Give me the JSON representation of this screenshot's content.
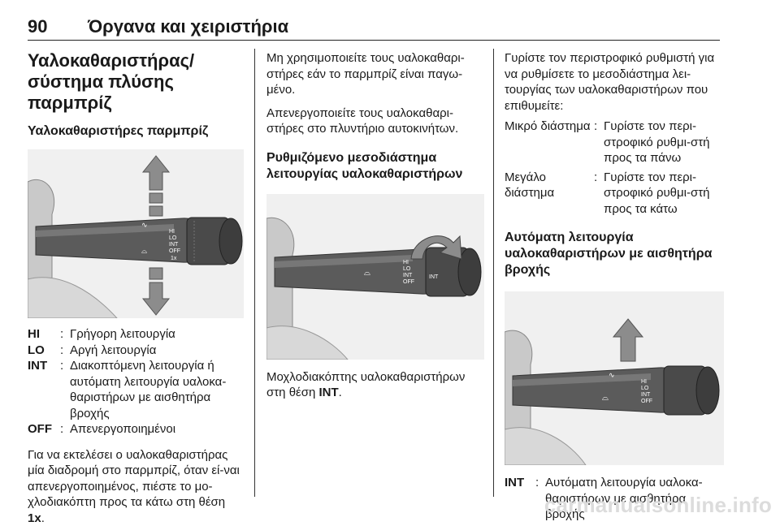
{
  "header": {
    "page_number": "90",
    "chapter_title": "Όργανα και χειριστήρια"
  },
  "col1": {
    "section_title_line1": "Υαλοκαθαριστήρας/",
    "section_title_line2": "σύστημα πλύσης παρμπρίζ",
    "subsection_title": "Υαλοκαθαριστήρες παρμπρίζ",
    "figure": {
      "labels": [
        "HI",
        "LO",
        "INT",
        "OFF",
        "1x"
      ]
    },
    "modes": [
      {
        "key": "HI",
        "value": "Γρήγορη λειτουργία"
      },
      {
        "key": "LO",
        "value": "Αργή λειτουργία"
      },
      {
        "key": "INT",
        "value": "Διακοπτόμενη λειτουργία ή αυτόματη λειτουργία υαλοκα-θαριστήρων με αισθητήρα βροχής"
      },
      {
        "key": "OFF",
        "value": "Απενεργοποιημένοι"
      }
    ],
    "para_text": "Για να εκτελέσει ο υαλοκαθαριστήρας μία διαδρομή στο παρμπρίζ, όταν εί-ναι απενεργοποιημένος, πιέστε το μο-χλοδιακόπτη προς τα κάτω στη θέση",
    "para_bold": "1x",
    "para_end": "."
  },
  "col2": {
    "para1": "Μη χρησιμοποιείτε τους υαλοκαθαρι-στήρες εάν το παρμπρίζ είναι παγω-μένο.",
    "para2": "Απενεργοποιείτε τους υαλοκαθαρι-στήρες στο πλυντήριο αυτοκινήτων.",
    "subsection_title_line1": "Ρυθμιζόμενο μεσοδιάστημα",
    "subsection_title_line2": "λειτουργίας υαλοκαθαριστήρων",
    "figure": {
      "labels": [
        "HI",
        "LO",
        "INT",
        "OFF",
        "INT"
      ]
    },
    "caption_text": "Μοχλοδιακόπτης υαλοκαθαριστήρων στη θέση",
    "caption_bold": "INT",
    "caption_end": "."
  },
  "col3": {
    "intro": "Γυρίστε τον περιστροφικό ρυθμιστή για να ρυθμίσετε το μεσοδιάστημα λει-τουργίας των υαλοκαθαριστήρων που επιθυμείτε:",
    "intervals": [
      {
        "key": "Μικρό διάστημα",
        "value": "Γυρίστε τον περι-στροφικό ρυθμι-στή προς τα πάνω"
      },
      {
        "key": "Μεγάλο διάστημα",
        "value": "Γυρίστε τον περι-στροφικό ρυθμι-στή προς τα κάτω"
      }
    ],
    "subsection_title_line1": "Αυτόματη λειτουργία",
    "subsection_title_line2": "υαλοκαθαριστήρων με αισθητήρα",
    "subsection_title_line3": "βροχής",
    "figure": {
      "labels": [
        "HI",
        "LO",
        "INT",
        "OFF"
      ]
    },
    "int_note": {
      "key": "INT",
      "value": "Αυτόματη λειτουργία υαλοκα-θαριστήρων με αισθητήρα βροχής"
    }
  },
  "watermark": "carmanualsonline.info"
}
